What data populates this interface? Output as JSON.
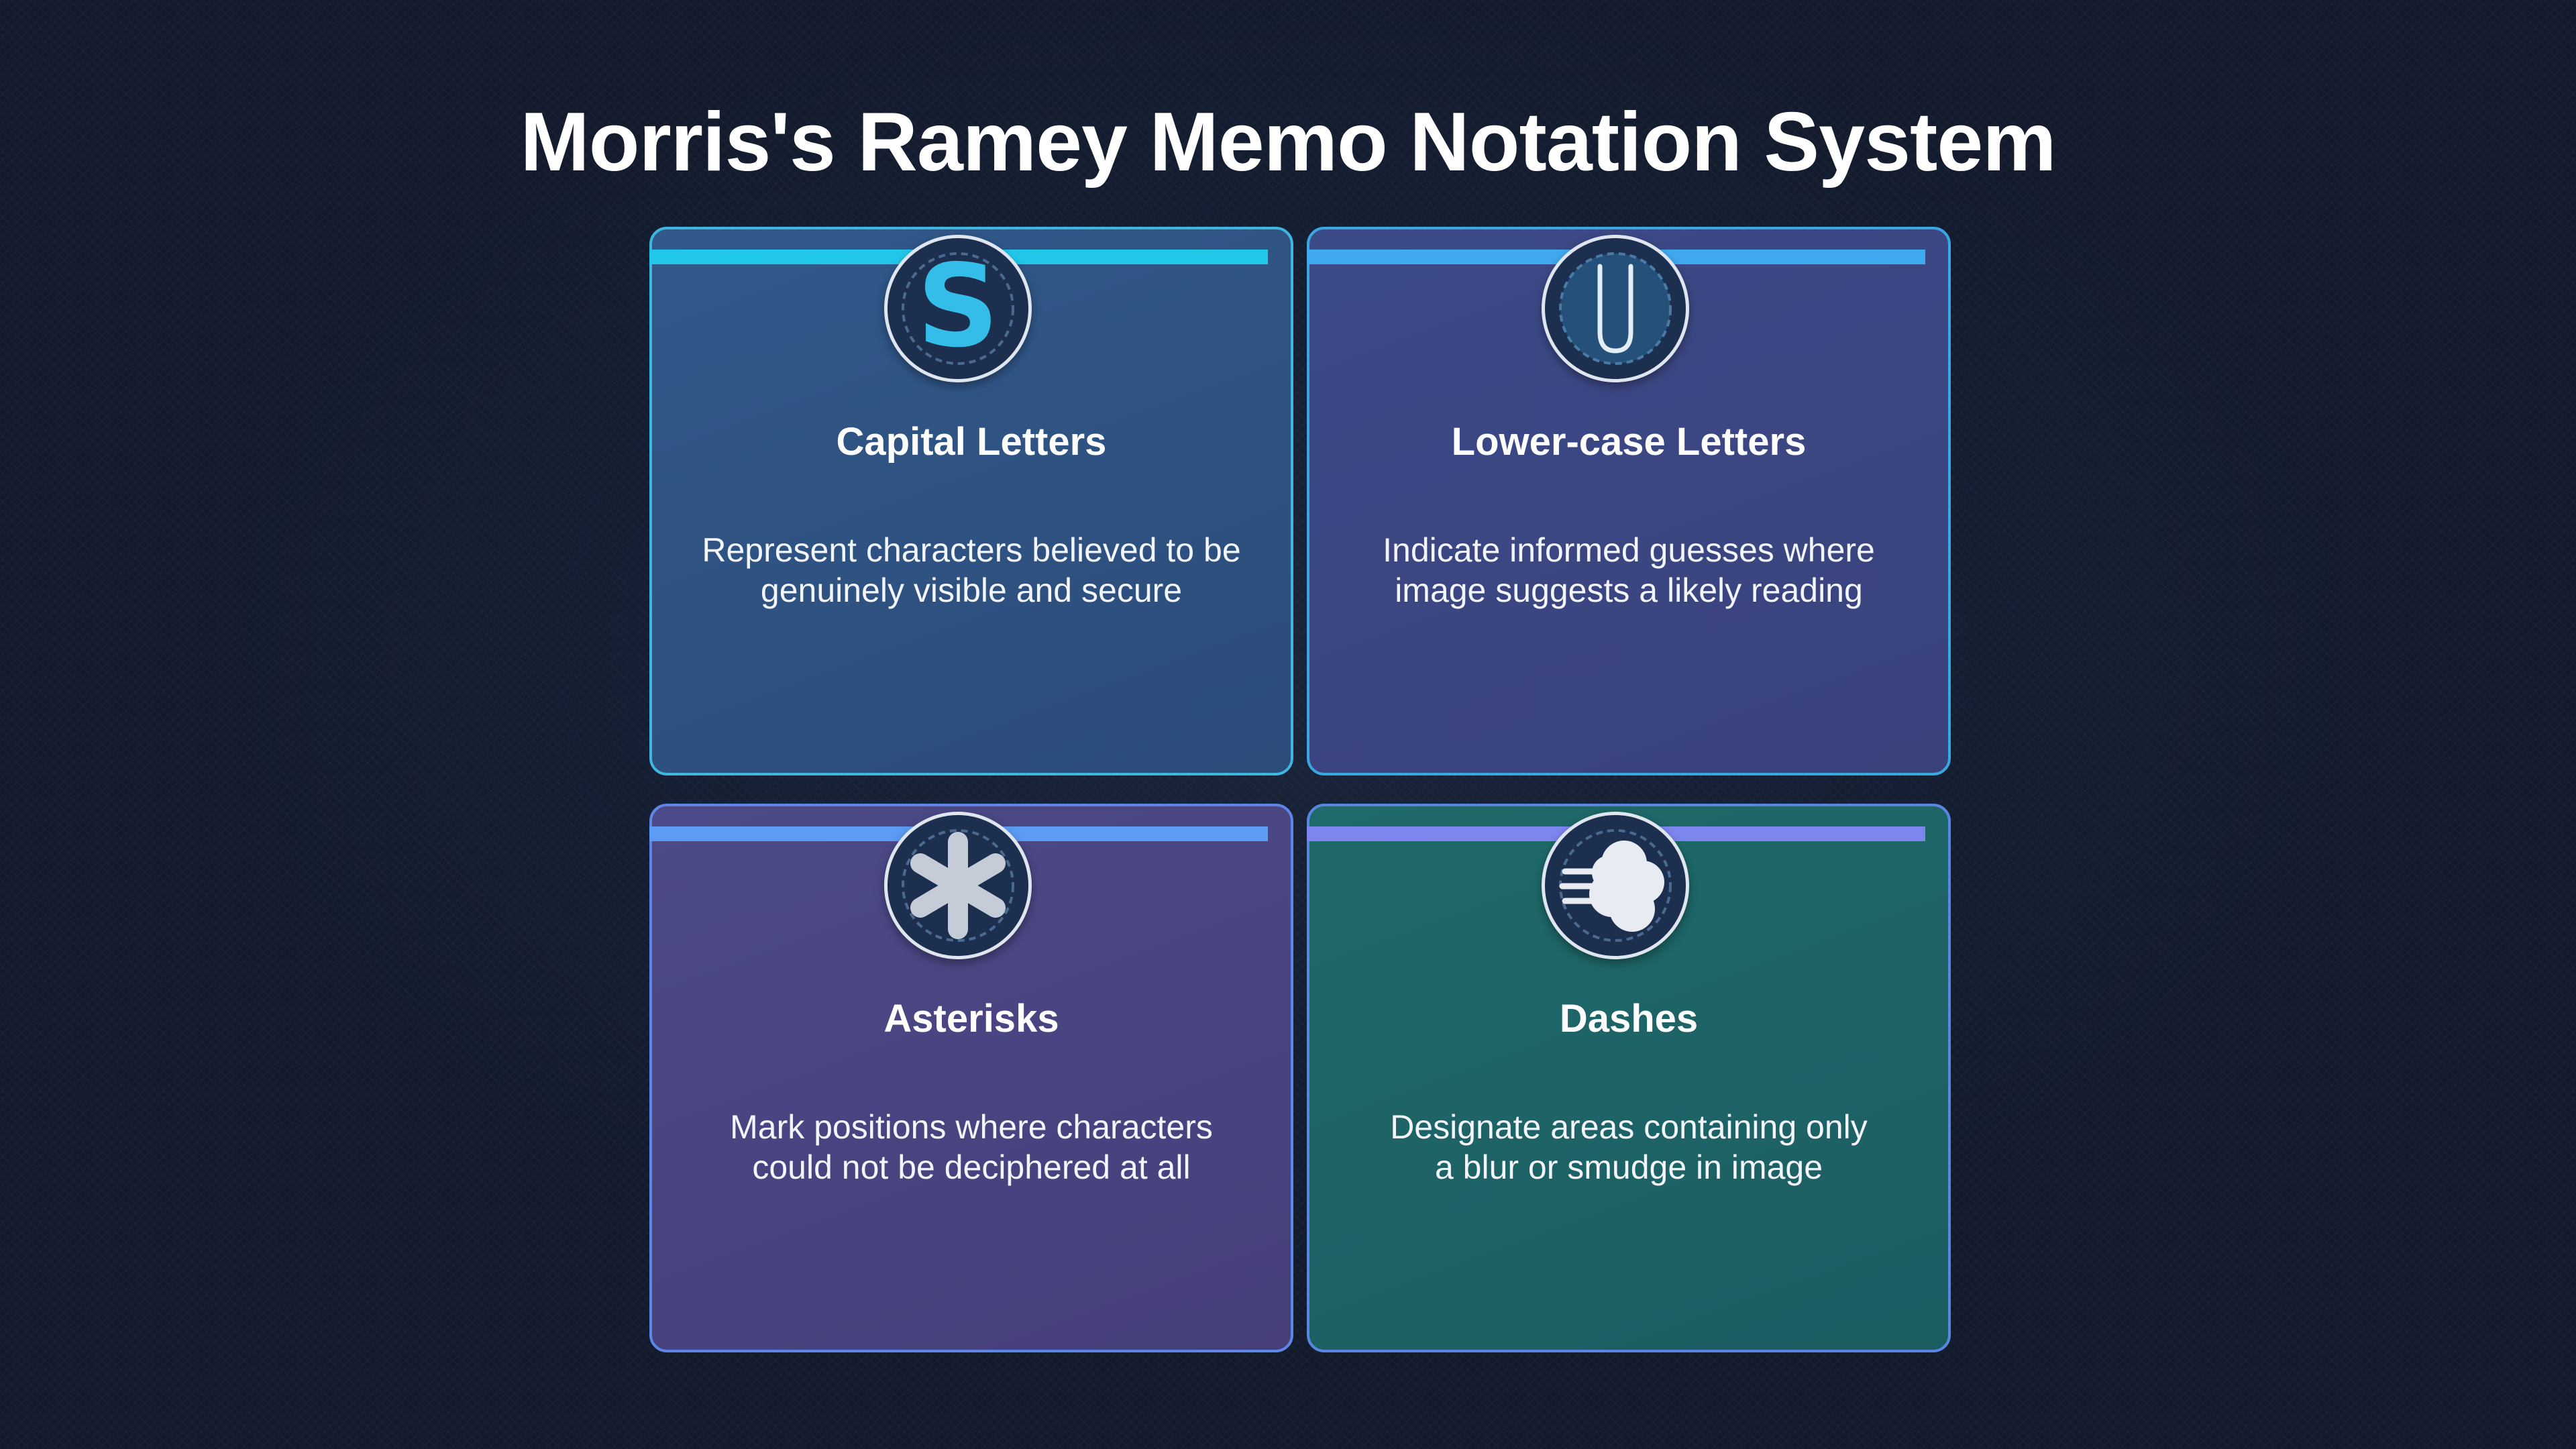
{
  "title": "Morris's Ramey Memo Notation System",
  "cards": [
    {
      "icon": "letter-s-icon",
      "title": "Capital Letters",
      "description_line1": "Represent characters believed to be",
      "description_line2": "genuinely visible and secure",
      "accent_color": "#22c8ea"
    },
    {
      "icon": "letter-u-icon",
      "title": "Lower-case Letters",
      "description_line1": "Indicate informed guesses where",
      "description_line2": "image suggests a likely reading",
      "accent_color": "#40aaf0"
    },
    {
      "icon": "asterisk-icon",
      "title": "Asterisks",
      "description_line1": "Mark positions where characters",
      "description_line2": "could not be deciphered at all",
      "accent_color": "#5c9cf5"
    },
    {
      "icon": "smudge-cloud-icon",
      "title": "Dashes",
      "description_line1": "Designate areas containing only",
      "description_line2": "a blur or smudge in image",
      "accent_color": "#7c86ee"
    }
  ]
}
